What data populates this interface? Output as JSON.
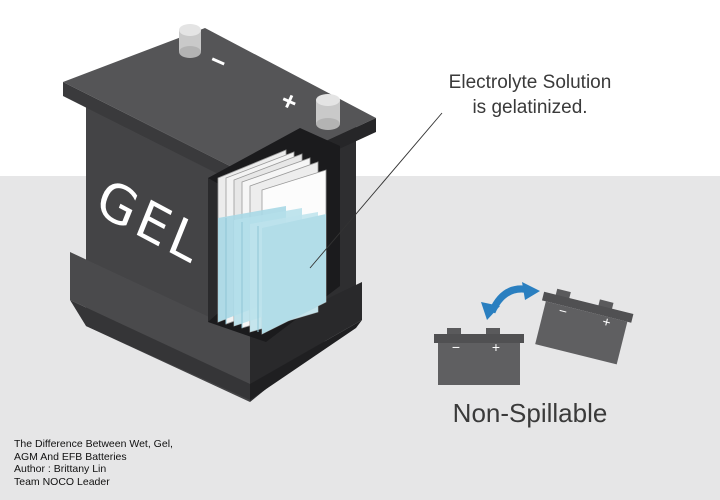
{
  "battery": {
    "label": "GEL",
    "negative_terminal": "−",
    "positive_terminal": "+"
  },
  "callout": {
    "line1": "Electrolyte Solution",
    "line2": "is gelatinized."
  },
  "small_batteries": {
    "negative": "−",
    "positive": "+"
  },
  "caption": "Non-Spillable",
  "credits": {
    "line1": "The Difference Between Wet, Gel,",
    "line2": "AGM And EFB Batteries",
    "line3": "Author : Brittany Lin",
    "line4": "Team NOCO Leader"
  },
  "colors": {
    "background_top": "#ffffff",
    "background_bottom": "#e6e6e7",
    "battery_body": "#3d3d3f",
    "electrolyte": "#b2dde8",
    "arrow": "#2a7fc0"
  }
}
